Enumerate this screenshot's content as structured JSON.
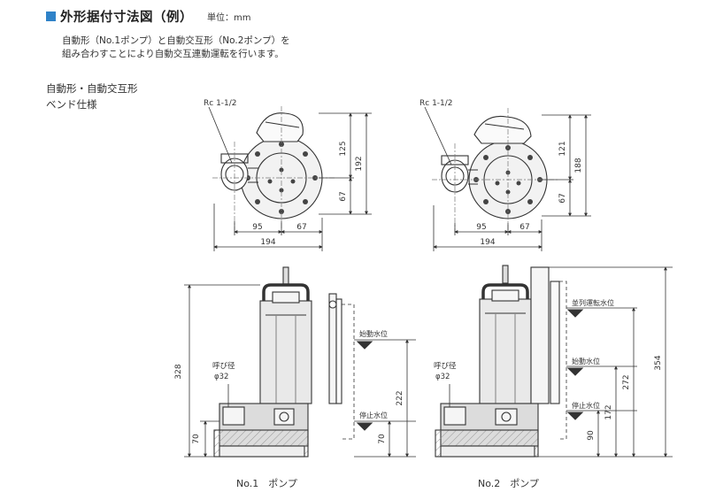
{
  "header": {
    "title": "外形据付寸法図（例）",
    "unit": "単位：mm"
  },
  "description": [
    "自動形（No.1ポンプ）と自動交互形（No.2ポンプ）を",
    "組み合わすことにより自動交互連動運転を行います。"
  ],
  "spec": [
    "自動形・自動交互形",
    "ベンド仕様"
  ],
  "top_views": [
    {
      "pipe_label": "Rc 1-1/2",
      "dims": {
        "upper": "125",
        "total": "192",
        "lower": "67",
        "left": "95",
        "right": "67",
        "width": "194"
      }
    },
    {
      "pipe_label": "Rc 1-1/2",
      "dims": {
        "upper": "121",
        "total": "188",
        "lower": "67",
        "left": "95",
        "right": "67",
        "width": "194"
      }
    }
  ],
  "pump1": {
    "caption": "No.1　ポンプ",
    "height": "328",
    "bore_label": "呼び径",
    "bore": "φ32",
    "start_level": "始動水位",
    "stop_level": "停止水位",
    "start_height": "222",
    "stop_height": "70",
    "base_height": "70"
  },
  "pump2": {
    "caption": "No.2　ポンプ",
    "bore_label": "呼び径",
    "bore": "φ32",
    "parallel_level": "並列運転水位",
    "start_level": "始動水位",
    "stop_level": "停止水位",
    "h1": "90",
    "h2": "172",
    "h3": "272",
    "h4": "354"
  }
}
